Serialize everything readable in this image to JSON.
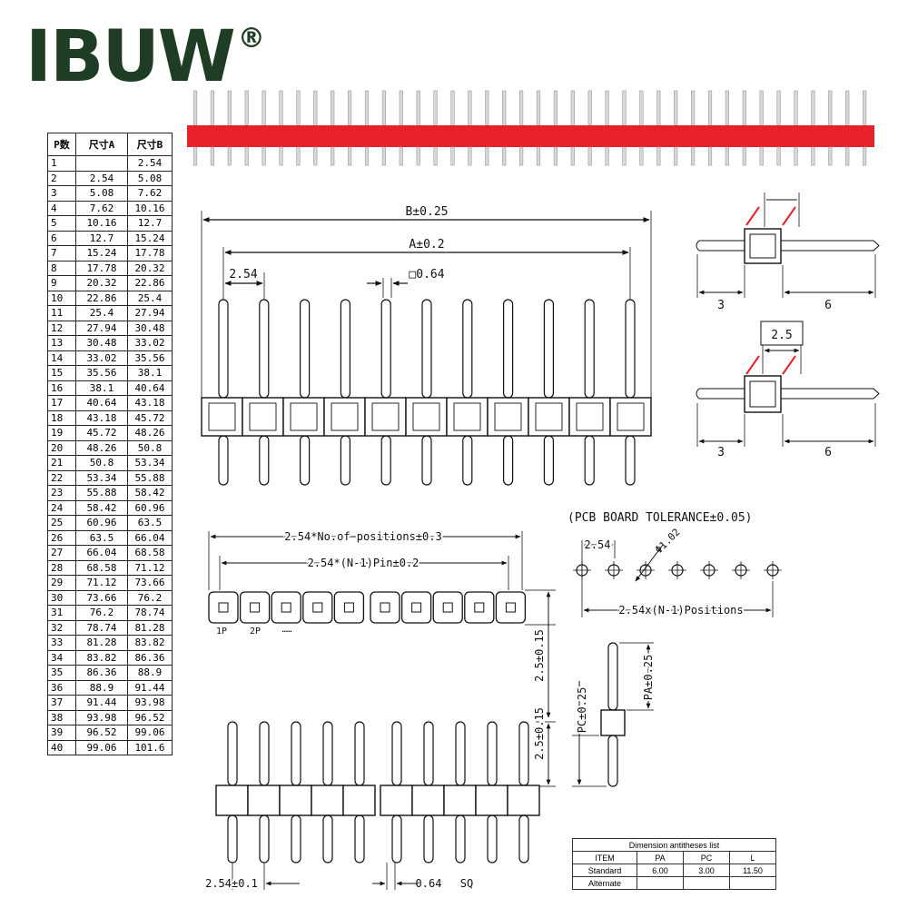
{
  "brand": {
    "name": "IBUW",
    "reg": "®"
  },
  "table": {
    "headers": [
      "P数",
      "尺寸A",
      "尺寸B"
    ],
    "rows": [
      [
        "1",
        "",
        "2.54"
      ],
      [
        "2",
        "2.54",
        "5.08"
      ],
      [
        "3",
        "5.08",
        "7.62"
      ],
      [
        "4",
        "7.62",
        "10.16"
      ],
      [
        "5",
        "10.16",
        "12.7"
      ],
      [
        "6",
        "12.7",
        "15.24"
      ],
      [
        "7",
        "15.24",
        "17.78"
      ],
      [
        "8",
        "17.78",
        "20.32"
      ],
      [
        "9",
        "20.32",
        "22.86"
      ],
      [
        "10",
        "22.86",
        "25.4"
      ],
      [
        "11",
        "25.4",
        "27.94"
      ],
      [
        "12",
        "27.94",
        "30.48"
      ],
      [
        "13",
        "30.48",
        "33.02"
      ],
      [
        "14",
        "33.02",
        "35.56"
      ],
      [
        "15",
        "35.56",
        "38.1"
      ],
      [
        "16",
        "38.1",
        "40.64"
      ],
      [
        "17",
        "40.64",
        "43.18"
      ],
      [
        "18",
        "43.18",
        "45.72"
      ],
      [
        "19",
        "45.72",
        "48.26"
      ],
      [
        "20",
        "48.26",
        "50.8"
      ],
      [
        "21",
        "50.8",
        "53.34"
      ],
      [
        "22",
        "53.34",
        "55.88"
      ],
      [
        "23",
        "55.88",
        "58.42"
      ],
      [
        "24",
        "58.42",
        "60.96"
      ],
      [
        "25",
        "60.96",
        "63.5"
      ],
      [
        "26",
        "63.5",
        "66.04"
      ],
      [
        "27",
        "66.04",
        "68.58"
      ],
      [
        "28",
        "68.58",
        "71.12"
      ],
      [
        "29",
        "71.12",
        "73.66"
      ],
      [
        "30",
        "73.66",
        "76.2"
      ],
      [
        "31",
        "76.2",
        "78.74"
      ],
      [
        "32",
        "78.74",
        "81.28"
      ],
      [
        "33",
        "81.28",
        "83.82"
      ],
      [
        "34",
        "83.82",
        "86.36"
      ],
      [
        "35",
        "86.36",
        "88.9"
      ],
      [
        "36",
        "88.9",
        "91.44"
      ],
      [
        "37",
        "91.44",
        "93.98"
      ],
      [
        "38",
        "93.98",
        "96.52"
      ],
      [
        "39",
        "96.52",
        "99.06"
      ],
      [
        "40",
        "99.06",
        "101.6"
      ]
    ]
  },
  "front_view": {
    "dim_b": "B±0.25",
    "dim_a": "A±0.2",
    "pitch": "2.54",
    "pin_sq": "□0.64"
  },
  "side_view_1": {
    "left": "3",
    "right": "6"
  },
  "side_view_2": {
    "spacer": "2.5",
    "left": "3",
    "right": "6"
  },
  "top_view": {
    "dim_total": "2.54*No.of positions±0.3",
    "dim_pins": "2.54*(N-1)Pin±0.2",
    "pin_labels": [
      "1P",
      "2P",
      "……"
    ],
    "dim_v1": "2.5±0.15",
    "dim_v2": "2.5±0.15"
  },
  "pcb": {
    "title": "(PCB BOARD TOLERANCE±0.05)",
    "pitch": "2.54",
    "hole": "Φ1.02",
    "span": "2.54x(N-1)Positions"
  },
  "side_pin": {
    "pa": "PA±0.25",
    "pc": "PC±0.25"
  },
  "bottom_view": {
    "pitch": "2.54±0.1",
    "sq": "0.64",
    "sq_unit": "SQ"
  },
  "dimension_list": {
    "caption": "Dimension antitheses list",
    "headers": [
      "ITEM",
      "PA",
      "PC",
      "L"
    ],
    "rows": [
      [
        "Standard",
        "6.00",
        "3.00",
        "11.50"
      ],
      [
        "Alternate",
        "",
        "",
        ""
      ]
    ]
  },
  "colors": {
    "header_red": "#e8202a",
    "logo_green": "#1f3d24",
    "leader_red": "#e8202a"
  }
}
